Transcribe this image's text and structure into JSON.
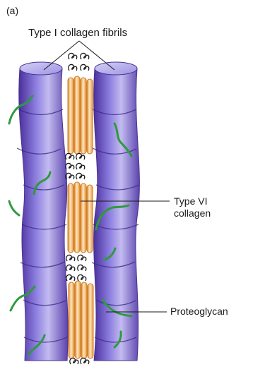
{
  "panel_label": "(a)",
  "labels": {
    "fibrils": "Type I collagen fibrils",
    "type6_line1": "Type VI",
    "type6_line2": "collagen",
    "proteoglycan": "Proteoglycan"
  },
  "colors": {
    "fibril_light": "#b9b0ea",
    "fibril_dark": "#5b3fb0",
    "collagen6_light": "#fde1b8",
    "collagen6_dark": "#e8952e",
    "proteoglycan": "#2e9a3c",
    "coil": "#1a1a1a"
  },
  "icons": {
    "fibril": "collagen-fibril-cylinder",
    "type6": "type-vi-collagen-bundle",
    "coil": "globular-domain-coil",
    "strand": "proteoglycan-strand"
  }
}
